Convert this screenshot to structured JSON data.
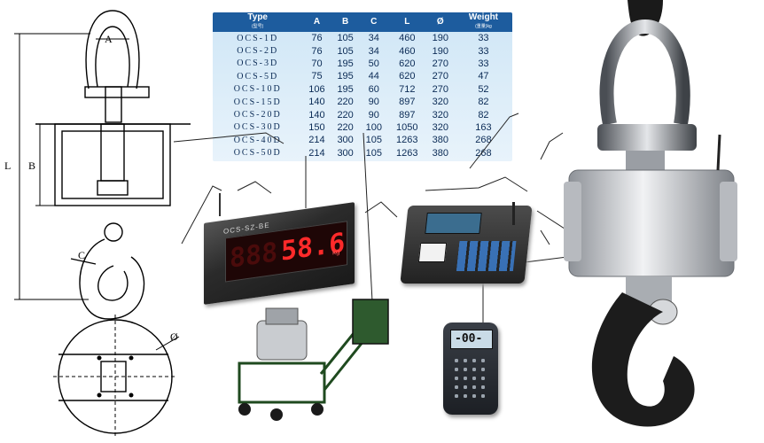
{
  "spec_table": {
    "headers": {
      "type": "Type",
      "type_sub": "(型号)",
      "a": "A",
      "b": "B",
      "c": "C",
      "l": "L",
      "d": "Ø",
      "weight": "Weight",
      "weight_sub": "(重量)kg"
    },
    "rows": [
      {
        "type": "OCS-1D",
        "a": "76",
        "b": "105",
        "c": "34",
        "l": "460",
        "d": "190",
        "w": "33"
      },
      {
        "type": "OCS-2D",
        "a": "76",
        "b": "105",
        "c": "34",
        "l": "460",
        "d": "190",
        "w": "33"
      },
      {
        "type": "OCS-3D",
        "a": "70",
        "b": "195",
        "c": "50",
        "l": "620",
        "d": "270",
        "w": "33"
      },
      {
        "type": "OCS-5D",
        "a": "75",
        "b": "195",
        "c": "44",
        "l": "620",
        "d": "270",
        "w": "47"
      },
      {
        "type": "OCS-10D",
        "a": "106",
        "b": "195",
        "c": "60",
        "l": "712",
        "d": "270",
        "w": "52"
      },
      {
        "type": "OCS-15D",
        "a": "140",
        "b": "220",
        "c": "90",
        "l": "897",
        "d": "320",
        "w": "82"
      },
      {
        "type": "OCS-20D",
        "a": "140",
        "b": "220",
        "c": "90",
        "l": "897",
        "d": "320",
        "w": "82"
      },
      {
        "type": "OCS-30D",
        "a": "150",
        "b": "220",
        "c": "100",
        "l": "1050",
        "d": "320",
        "w": "163"
      },
      {
        "type": "OCS-40D",
        "a": "214",
        "b": "300",
        "c": "105",
        "l": "1263",
        "d": "380",
        "w": "268"
      },
      {
        "type": "OCS-50D",
        "a": "214",
        "b": "300",
        "c": "105",
        "l": "1263",
        "d": "380",
        "w": "268"
      }
    ]
  },
  "drawing_labels": {
    "a": "A",
    "b": "B",
    "l": "L",
    "c": "C",
    "d": "Ø"
  },
  "large_display": {
    "model": "OCS-SZ-BE",
    "reading": "58.6",
    "unit": "kg"
  },
  "handheld": {
    "reading": "-00-"
  },
  "colors": {
    "table_header": "#1d5c9e",
    "table_bg": "#dcecf8",
    "led_red": "#ff2a2a",
    "steel": "#c9ccd0",
    "hook_black": "#1a1a1a"
  }
}
